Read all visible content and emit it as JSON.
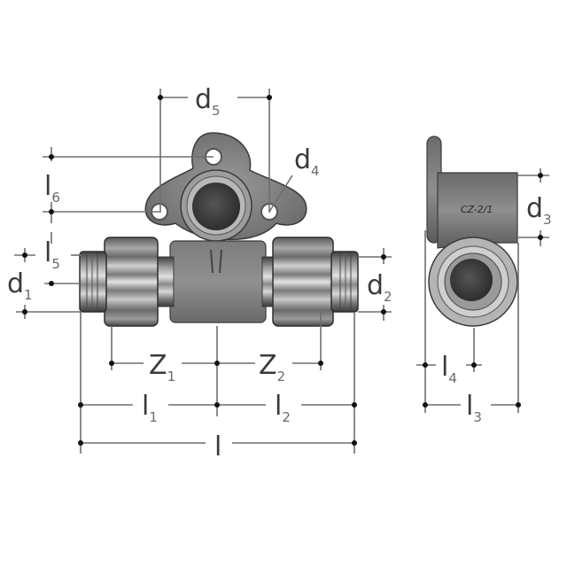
{
  "diagram": {
    "type": "technical-drawing",
    "subject": "Wall-plate tee fitting with compression nuts",
    "views": [
      {
        "name": "front-view",
        "description": "Tee with wall mounting flange (3 holes) and two threaded compression nuts"
      },
      {
        "name": "side-view",
        "description": "Side profile showing wall plate and outlet socket, marking text 'CZ-2/1'"
      }
    ],
    "body_marking": "CZ-2/1"
  },
  "dimensions": {
    "d5": {
      "main": "d",
      "sub": "5"
    },
    "d4": {
      "main": "d",
      "sub": "4"
    },
    "l6": {
      "main": "l",
      "sub": "6"
    },
    "l5": {
      "main": "l",
      "sub": "5"
    },
    "d1": {
      "main": "d",
      "sub": "1"
    },
    "d2": {
      "main": "d",
      "sub": "2"
    },
    "d3": {
      "main": "d",
      "sub": "3"
    },
    "z1": {
      "main": "Z",
      "sub": "1"
    },
    "z2": {
      "main": "Z",
      "sub": "2"
    },
    "l1": {
      "main": "l",
      "sub": "1"
    },
    "l2": {
      "main": "l",
      "sub": "2"
    },
    "l": {
      "main": "l",
      "sub": ""
    },
    "l4": {
      "main": "l",
      "sub": "4"
    },
    "l3": {
      "main": "l",
      "sub": "3"
    }
  },
  "colors": {
    "line": "#6e6e6e",
    "text": "#3a3a3a",
    "metal_dark": "#4a4a4a",
    "metal_mid": "#8a8a8a",
    "metal_light": "#c8c8c8",
    "background": "#ffffff"
  }
}
